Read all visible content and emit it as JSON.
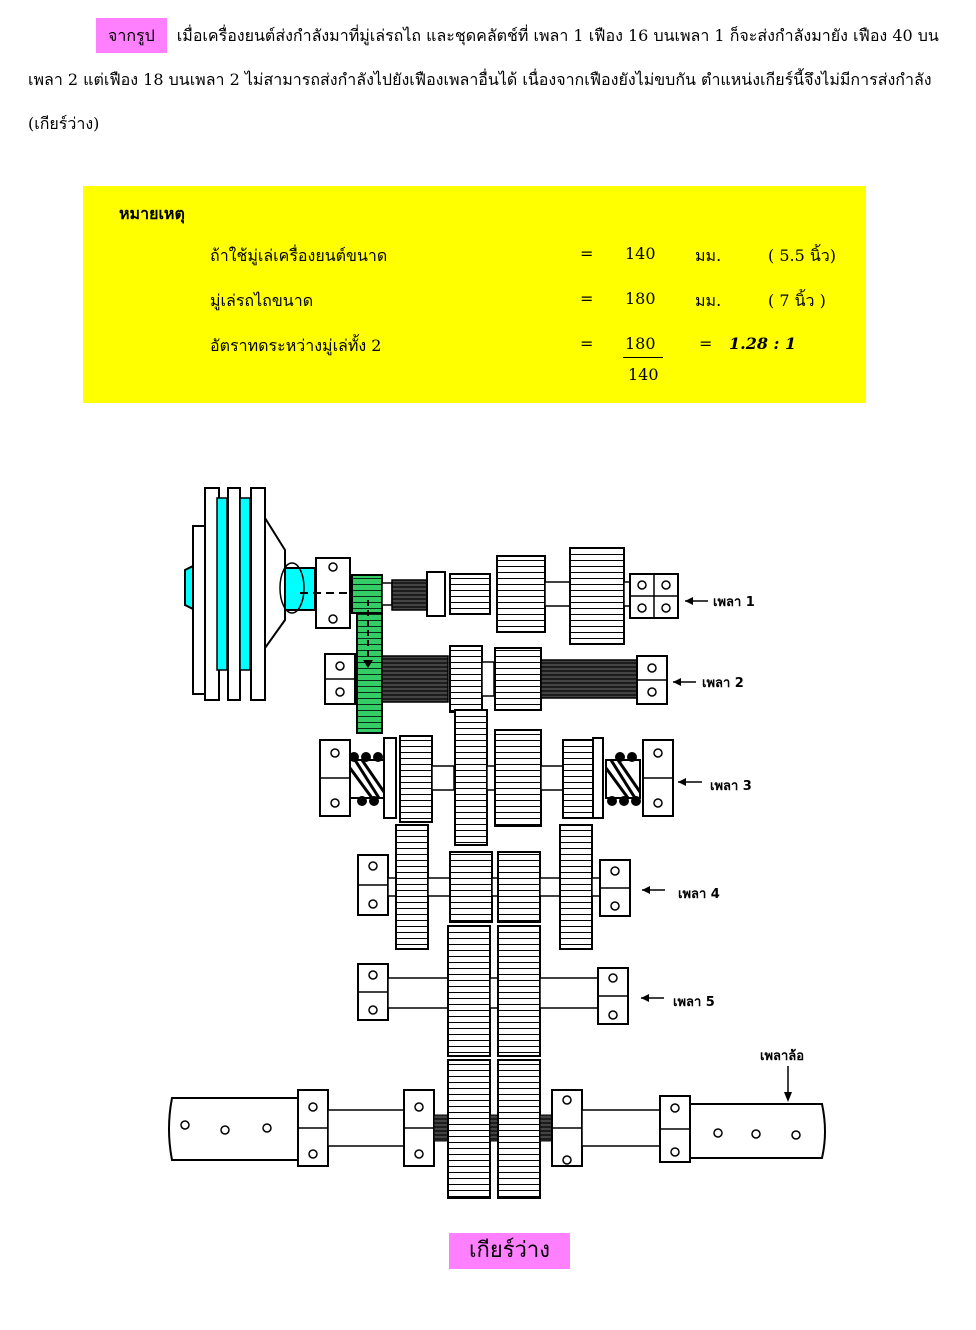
{
  "intro": {
    "tag": "จากรูป",
    "text": "เมื่อเครื่องยนต์ส่งกำลังมาที่มู่เล่รถไถ และชุดคลัตช์ที่ เพลา 1 เฟือง 16 บนเพลา 1 ก็จะส่งกำลังมายัง เฟือง 40 บนเพลา 2 แต่เฟือง 18 บนเพลา 2 ไม่สามารถส่งกำลังไปยังเฟืองเพลาอื่นได้ เนื่องจากเฟืองยังไม่ขบกัน ตำแหน่งเกียร์นี้จึงไม่มีการส่งกำลัง (เกียร์ว่าง)"
  },
  "note": {
    "heading": "หมายเหตุ",
    "rows": [
      {
        "label": "ถ้าใช้มู่เล่เครื่องยนต์ขนาด",
        "eq": "=",
        "value": "140",
        "unit": "มม.",
        "inch": "( 5.5 นิ้ว)"
      },
      {
        "label": "มู่เล่รถไถขนาด",
        "eq": "=",
        "value": "180",
        "unit": "มม.",
        "inch": "( 7 นิ้ว )"
      }
    ],
    "ratio": {
      "label": "อัตราทดระหว่างมู่เล่ทั้ง 2",
      "eq": "=",
      "numerator": "180",
      "denominator": "140",
      "eq2": "=",
      "result": "1.28 : 1"
    },
    "color": "#ffff00"
  },
  "diagram": {
    "labels": {
      "shaft1": "เพลา 1",
      "shaft2": "เพลา 2",
      "shaft3": "เพลา 3",
      "shaft4": "เพลา 4",
      "shaft5": "เพลา 5",
      "wheel": "เพลาล้อ"
    },
    "colors": {
      "clutch": "#00ffff",
      "gear": "#33cc66",
      "tag": "#ff80ff"
    }
  },
  "caption": "เกียร์ว่าง"
}
